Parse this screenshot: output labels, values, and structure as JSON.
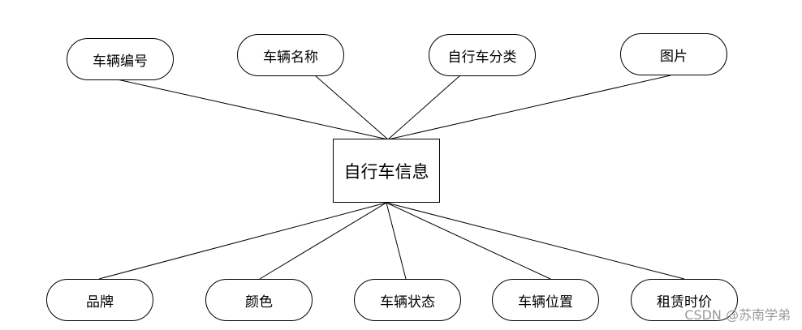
{
  "diagram": {
    "entity": "自行车信息",
    "attributes_top": [
      "车辆编号",
      "车辆名称",
      "自行车分类",
      "图片"
    ],
    "attributes_bottom": [
      "品牌",
      "颜色",
      "车辆状态",
      "车辆位置",
      "租赁时价"
    ],
    "colors": {
      "stroke": "#000000",
      "fill": "#ffffff",
      "watermark": "#9a9a9a"
    }
  },
  "watermark": "CSDN @苏南学弟"
}
